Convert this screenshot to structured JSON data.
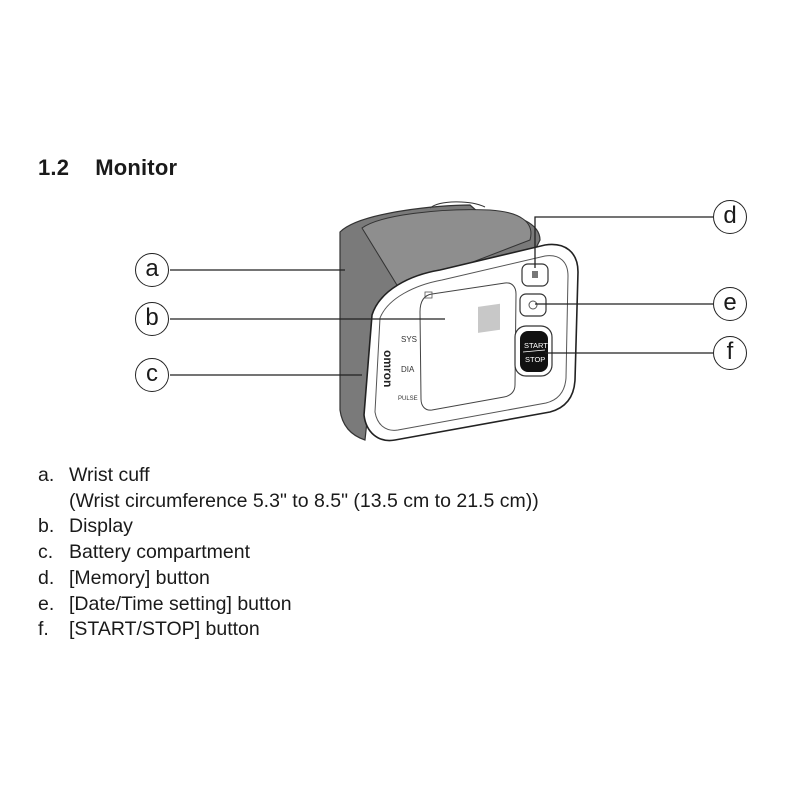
{
  "section": {
    "number": "1.2",
    "title": "Monitor"
  },
  "device": {
    "brand": "omron",
    "display_labels": [
      "SYS",
      "DIA",
      "PULSE"
    ],
    "start_stop_top": "START",
    "start_stop_bottom": "STOP",
    "colors": {
      "cuff": "#7a7a7a",
      "cuff_inner": "#8c8c8c",
      "body": "#ffffff",
      "display_square": "#c8c8c8",
      "start_button": "#111111"
    }
  },
  "callouts": [
    {
      "letter": "a"
    },
    {
      "letter": "b"
    },
    {
      "letter": "c"
    },
    {
      "letter": "d"
    },
    {
      "letter": "e"
    },
    {
      "letter": "f"
    }
  ],
  "legend": [
    {
      "letter": "a.",
      "text": "Wrist cuff",
      "subtext": "(Wrist circumference 5.3\" to 8.5\" (13.5 cm to 21.5 cm))"
    },
    {
      "letter": "b.",
      "text": "Display"
    },
    {
      "letter": "c.",
      "text": "Battery compartment"
    },
    {
      "letter": "d.",
      "text": "[Memory] button"
    },
    {
      "letter": "e.",
      "text": "[Date/Time setting] button"
    },
    {
      "letter": "f.",
      "text": "[START/STOP] button"
    }
  ]
}
